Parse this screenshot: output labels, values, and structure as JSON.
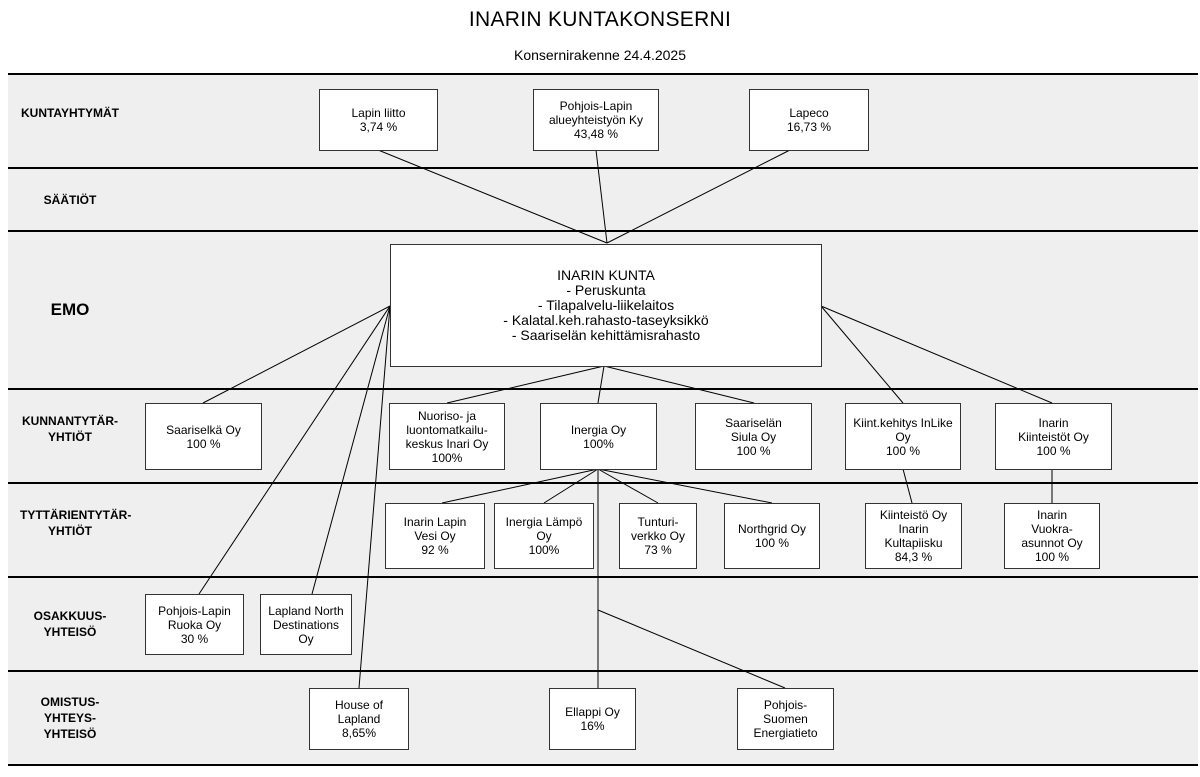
{
  "header": {
    "title": "INARIN KUNTAKONSERNI",
    "subtitle": "Konsernirakenne 24.4.2025"
  },
  "rows": {
    "kuntayhtymat": [
      "KUNTA",
      "YHTYMÄT"
    ],
    "saatiot": [
      "SÄÄTIÖT"
    ],
    "emo": [
      "EMO"
    ],
    "tytaryhtiot": [
      "KUNNAN",
      "TYTÄR-",
      "YHTIÖT"
    ],
    "tyttarien": [
      "TYTTÄRIEN",
      "TYTÄR-",
      "YHTIÖT"
    ],
    "osakkuus": [
      "OSAKKUUS-",
      "YHTEISÖ"
    ],
    "omistus": [
      "OMISTUS-",
      "YHTEYS-",
      "YHTEISÖ"
    ]
  },
  "entities": {
    "lapin_liitto": [
      "Lapin liitto",
      "3,74 %"
    ],
    "pohjois_lapin_alue": [
      "Pohjois-Lapin",
      "alueyhteistyön Ky",
      "43,48 %"
    ],
    "lapeco": [
      "Lapeco",
      "16,73 %"
    ],
    "inarin_kunta": [
      "INARIN KUNTA",
      "- Peruskunta",
      "- Tilapalvelu-liikelaitos",
      "- Kalatal.keh.rahasto-taseyksikkö",
      "- Saariselän kehittämisrahasto"
    ],
    "saariselka_oy": [
      "Saariselkä Oy",
      "100 %"
    ],
    "nuoriso": [
      "Nuoriso- ja",
      "luontomatkailu-",
      "keskus Inari Oy",
      "100%"
    ],
    "inergia": [
      "Inergia Oy",
      "100%"
    ],
    "saariselan_siula": [
      "Saariselän",
      "Siula Oy",
      "100 %"
    ],
    "kiint_kehitys": [
      "Kiint.kehitys InLike",
      "Oy",
      "100 %"
    ],
    "inarin_kiinteistot": [
      "Inarin",
      "Kiinteistöt Oy",
      "100 %"
    ],
    "inarin_lapin_vesi": [
      "Inarin Lapin",
      "Vesi Oy",
      "92 %"
    ],
    "inergia_lampo": [
      "Inergia Lämpö",
      "Oy",
      "100%"
    ],
    "tunturiverkko": [
      "Tunturi-",
      "verkko Oy",
      "73 %"
    ],
    "northgrid": [
      "Northgrid Oy",
      "100 %"
    ],
    "kultapiisku": [
      "Kiinteistö Oy",
      "Inarin",
      "Kultapiisku",
      "84,3 %"
    ],
    "vuokra_asunnot": [
      "Inarin",
      "Vuokra-",
      "asunnot Oy",
      "100 %"
    ],
    "pohjois_lapin_ruoka": [
      "Pohjois-Lapin",
      "Ruoka Oy",
      "30 %"
    ],
    "lapland_north": [
      "Lapland North",
      "Destinations",
      "Oy"
    ],
    "house_of_lapland": [
      "House of",
      "Lapland",
      "8,65%"
    ],
    "ellappi": [
      "Ellappi Oy",
      "16%"
    ],
    "energiatieto": [
      "Pohjois-",
      "Suomen",
      "Energiatieto"
    ]
  }
}
